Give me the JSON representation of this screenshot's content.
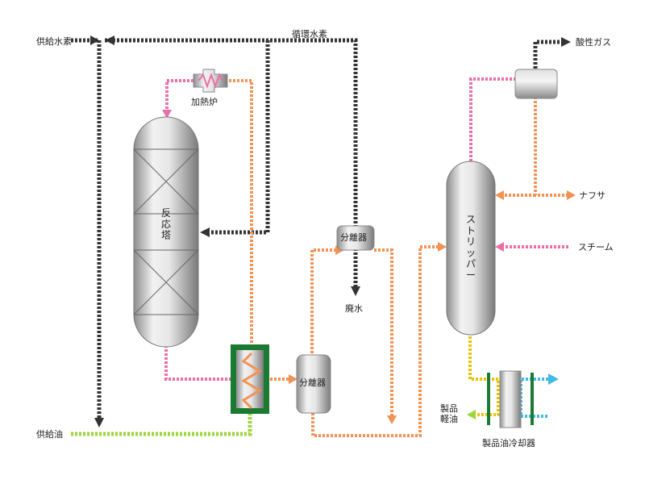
{
  "labels": {
    "feed_hydrogen": "供給水素",
    "recycle_hydrogen": "循環水素",
    "heater": "加熱炉",
    "reactor": "反応塔",
    "separator_top": "分離器",
    "separator_bottom": "分離器",
    "waste_water": "廃水",
    "feed_oil": "供給油",
    "stripper": "ストリッパー",
    "acid_gas": "酸性ガス",
    "naphtha": "ナフサ",
    "steam": "スチーム",
    "product_light_oil": "製品軽油",
    "product_oil_cooler": "製品油冷却器"
  },
  "colors": {
    "hydrogen_line": "#333333",
    "feed_oil_line": "#9dd63a",
    "hot_line": "#ec6ea6",
    "process_line": "#f39255",
    "product_line": "#e8c400",
    "cooling_water": "#44b9e8",
    "exchanger_frame": "#1a7a32"
  }
}
